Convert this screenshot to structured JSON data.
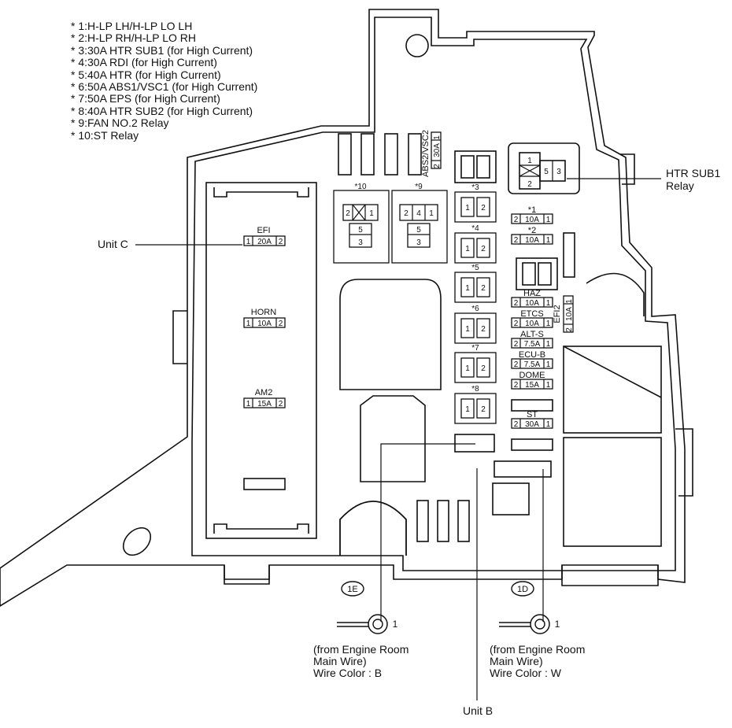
{
  "legend": [
    "* 1:H-LP LH/H-LP LO LH",
    "* 2:H-LP RH/H-LP LO RH",
    "* 3:30A HTR SUB1 (for High Current)",
    "* 4:30A RDI (for High Current)",
    "* 5:40A HTR (for High Current)",
    "* 6:50A ABS1/VSC1 (for High Current)",
    "* 7:50A EPS (for High Current)",
    "* 8:40A HTR SUB2 (for High Current)",
    "* 9:FAN NO.2 Relay",
    "* 10:ST Relay"
  ],
  "callouts": {
    "unit_c": "Unit C",
    "unit_b": "Unit B",
    "htr_sub1_line1": "HTR SUB1",
    "htr_sub1_line2": "Relay"
  },
  "unit_c_fuses": [
    {
      "name": "EFI",
      "pin_left": "1",
      "amp": "20A",
      "pin_right": "2"
    },
    {
      "name": "HORN",
      "pin_left": "1",
      "amp": "10A",
      "pin_right": "2"
    },
    {
      "name": "AM2",
      "pin_left": "1",
      "amp": "15A",
      "pin_right": "2"
    }
  ],
  "abs2": {
    "name": "ABS2/VSC2",
    "pin_left": "2",
    "amp": "30A",
    "pin_right": "1"
  },
  "efi2": {
    "name": "EFI2",
    "pin_left": "2",
    "amp": "10A",
    "pin_right": "1"
  },
  "high_current": [
    {
      "mark": "*3",
      "p1": "1",
      "p2": "2"
    },
    {
      "mark": "*4",
      "p1": "1",
      "p2": "2"
    },
    {
      "mark": "*5",
      "p1": "1",
      "p2": "2"
    },
    {
      "mark": "*6",
      "p1": "1",
      "p2": "2"
    },
    {
      "mark": "*7",
      "p1": "1",
      "p2": "2"
    },
    {
      "mark": "*8",
      "p1": "1",
      "p2": "2"
    }
  ],
  "right_fuses": [
    {
      "name": "*1",
      "pin_left": "2",
      "amp": "10A",
      "pin_right": "1"
    },
    {
      "name": "*2",
      "pin_left": "2",
      "amp": "10A",
      "pin_right": "1"
    },
    {
      "name": "HAZ",
      "pin_left": "2",
      "amp": "10A",
      "pin_right": "1"
    },
    {
      "name": "ETCS",
      "pin_left": "2",
      "amp": "10A",
      "pin_right": "1"
    },
    {
      "name": "ALT-S",
      "pin_left": "2",
      "amp": "7.5A",
      "pin_right": "1"
    },
    {
      "name": "ECU-B",
      "pin_left": "2",
      "amp": "7.5A",
      "pin_right": "1"
    },
    {
      "name": "DOME",
      "pin_left": "2",
      "amp": "15A",
      "pin_right": "1"
    },
    {
      "name": "ST",
      "pin_left": "2",
      "amp": "30A",
      "pin_right": "1"
    }
  ],
  "relays": [
    {
      "mark": "*10",
      "top_left": "2",
      "top_right": "1",
      "mid": "5",
      "bottom": "3"
    },
    {
      "mark": "*9",
      "top_left": "2",
      "top_mid": "4",
      "top_right": "1",
      "mid": "5",
      "bottom": "3"
    }
  ],
  "htr_relay": {
    "pin_a": "1",
    "pin_b": "2",
    "pin_c": "5",
    "pin_d": "3"
  },
  "connectors": [
    {
      "code": "1E",
      "pin": "1",
      "line1": "(from Engine Room",
      "line2": "Main Wire)",
      "line3": "Wire Color : B"
    },
    {
      "code": "1D",
      "pin": "1",
      "line1": "(from Engine Room",
      "line2": "Main Wire)",
      "line3": "Wire Color : W"
    }
  ]
}
